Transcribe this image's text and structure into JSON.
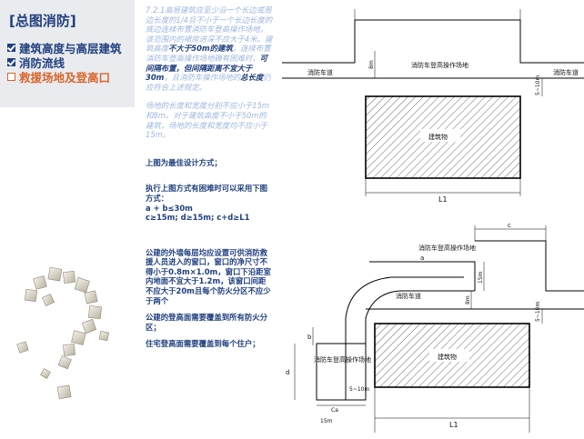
{
  "sidebar": {
    "title": "[总图消防]",
    "items": [
      {
        "label": "建筑高度与高层建筑",
        "state": "checked"
      },
      {
        "label": "消防流线",
        "state": "checked"
      },
      {
        "label": "救援场地及登高口",
        "state": "active"
      }
    ]
  },
  "text": {
    "p1_a": "7.2.1高层建筑应至少沿一个长边或周边长度的1/4且不小于一个长边长度的底边连续布置消防车登高操作场地，该范围内的裙房进深不应大于4米。",
    "p1_b": "建筑高度",
    "p1_c": "不大于50m的建筑",
    "p1_d": "，连续布置消防车登高操作场地确有困难时，",
    "p1_e": "可间隔布置，但间隔距离不宜大于30m",
    "p1_f": "，且消防车操作场地的",
    "p1_g": "总长度",
    "p1_h": "仍应符合上述规定。",
    "p2": "场地的长度和宽度分别不应小于15m和8m。对于建筑高度不小于50m的建筑，场地的长度和宽度均不应小于15m。",
    "n1": "上图为最佳设计方式；",
    "n2": "执行上图方式有困难时可以采用下图方式：",
    "n3": "a + b≤30m",
    "n4": "c≥15m;  d≥15m;  c+d≥L1",
    "n5": "公建的外墙每层均应设置可供消防救援人员进入的窗口，窗口的净尺寸不得小于0.8m×1.0m，窗口下沿距室内地面不宜大于1.2m，该窗口间距不应大于20m且每个防火分区不应少于两个",
    "n6": "公建的登高面需要覆盖到所有防火分区；",
    "n7": "住宅登高面需要覆盖到每个住户；"
  },
  "diagram": {
    "top": {
      "road_label": "消防车道",
      "platform_label": "消防车登高操作场地",
      "building_label": "建筑物",
      "dim_8m": "8m",
      "dim_5_10m": "5~10m",
      "dim_L1": "L1"
    },
    "bottom": {
      "platform_label_upper": "消防车登高操作场地",
      "platform_label_left": "消防车登高操作场地",
      "road_label": "消防车道",
      "building_label": "建筑物",
      "dim_a": "a",
      "dim_b": "b",
      "dim_c": "c",
      "dim_d": "d",
      "dim_15m_a": "15m",
      "dim_15m_b": "15m",
      "dim_8m": "8m",
      "dim_5_10m_a": "5~10m",
      "dim_5_10m_b": "5~10m",
      "dim_ca": "Ca",
      "dim_L1": "L1"
    }
  }
}
